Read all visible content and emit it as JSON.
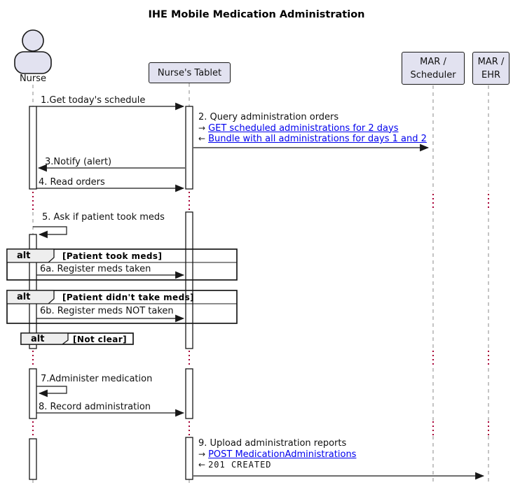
{
  "title": "IHE Mobile Medication Administration",
  "participants": {
    "nurse": {
      "label": "Nurse"
    },
    "tablet": {
      "label": "Nurse's Tablet"
    },
    "scheduler": {
      "line1": "MAR /",
      "line2": "Scheduler"
    },
    "ehr": {
      "line1": "MAR /",
      "line2": "EHR"
    }
  },
  "messages": {
    "m1": {
      "label": "1.Get today's schedule"
    },
    "m2": {
      "label": "2. Query administration orders",
      "req_arrow": "→",
      "req_link": "GET scheduled administrations for 2 days",
      "res_arrow": "←",
      "res_link": "Bundle with all administrations for days 1 and 2"
    },
    "m3": {
      "label": "3.Notify (alert)"
    },
    "m4": {
      "label": "4. Read orders"
    },
    "m5": {
      "label": "5. Ask if patient took meds"
    },
    "m6a": {
      "label": "6a. Register meds taken"
    },
    "m6b": {
      "label": "6b. Register meds NOT taken"
    },
    "m7": {
      "label": "7.Administer medication"
    },
    "m8": {
      "label": "8. Record administration"
    },
    "m9": {
      "label": "9. Upload administration reports",
      "req_arrow": "→",
      "req_link": "POST MedicationAdministrations",
      "res_arrow": "←",
      "res_code": "201  CREATED"
    }
  },
  "fragments": {
    "alt1": {
      "operator": "alt",
      "guard": "[Patient took meds]"
    },
    "alt2": {
      "operator": "alt",
      "guard": "[Patient didn't take meds]"
    },
    "alt3": {
      "operator": "alt",
      "guard": "[Not clear]"
    }
  },
  "colors": {
    "participant_fill": "#E2E2F0",
    "participant_border": "#181818",
    "link_blue": "#0000EE",
    "delay_dot_red": "#A80036",
    "lifeline_gray": "#8a8a8a",
    "fragment_header_fill": "#EEEEEE"
  }
}
